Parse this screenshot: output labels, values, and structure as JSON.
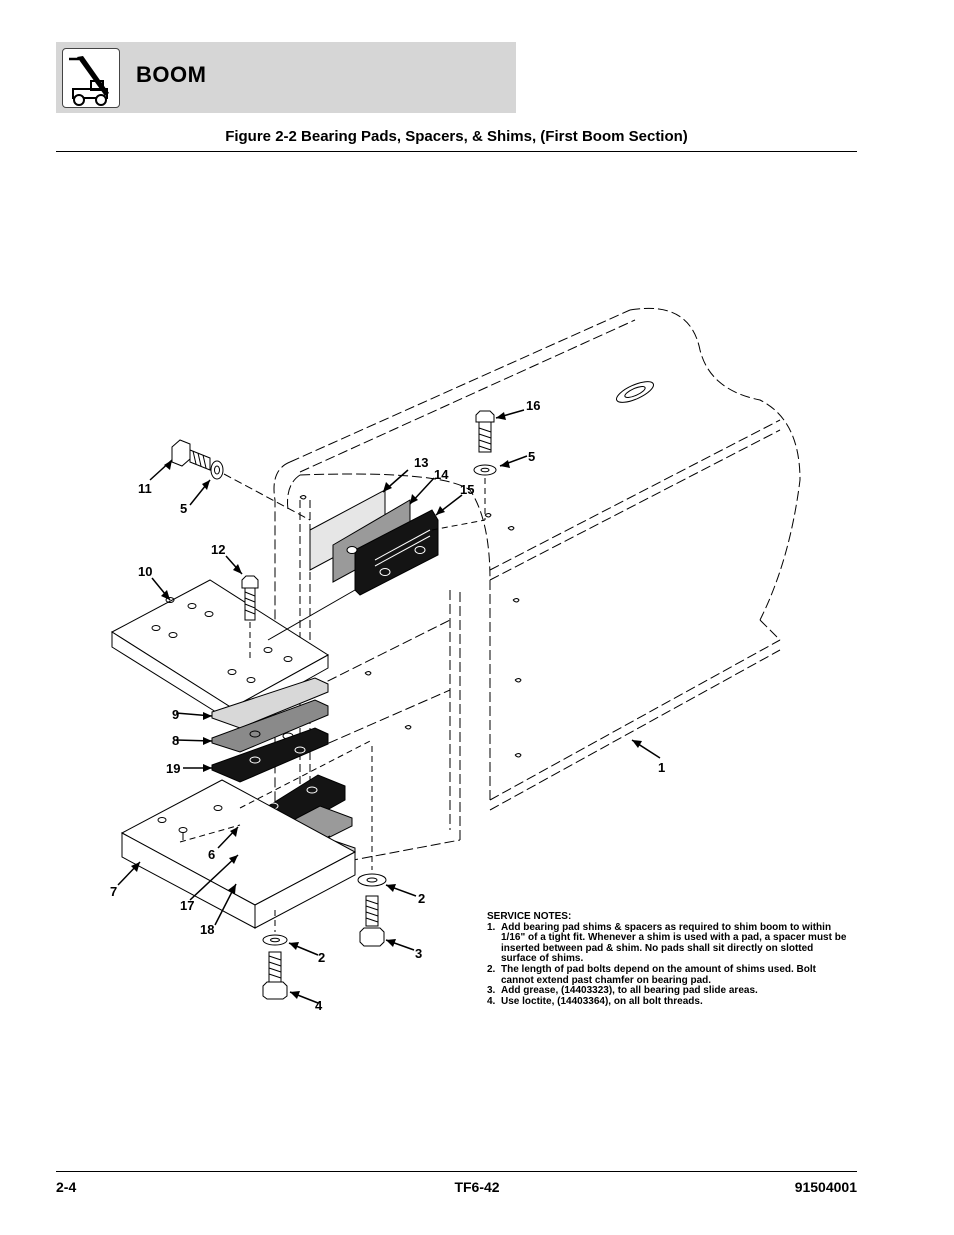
{
  "header": {
    "section_title": "BOOM",
    "logo_icon": "telehandler-icon"
  },
  "figure": {
    "title": "Figure 2-2 Bearing Pads, Spacers, & Shims, (First Boom Section)"
  },
  "callouts": {
    "c1": "1",
    "c2a": "2",
    "c2b": "2",
    "c3": "3",
    "c4": "4",
    "c5a": "5",
    "c5b": "5",
    "c6": "6",
    "c7": "7",
    "c8": "8",
    "c9": "9",
    "c10": "10",
    "c11": "11",
    "c12": "12",
    "c13": "13",
    "c14": "14",
    "c15": "15",
    "c16": "16",
    "c17": "17",
    "c18": "18",
    "c19": "19"
  },
  "service_notes": {
    "title": "SERVICE NOTES:",
    "items": [
      {
        "num": "1.",
        "text": "Add bearing pad shims & spacers as required to shim boom to within 1/16\" of a tight fit. Whenever a shim is used with a pad, a spacer must be inserted between pad & shim. No pads shall sit directly on slotted surface of shims."
      },
      {
        "num": "2.",
        "text": "The length of pad bolts depend on the amount of shims used. Bolt cannot extend past chamfer on bearing pad."
      },
      {
        "num": "3.",
        "text": "Add grease, (14403323), to all bearing pad slide areas."
      },
      {
        "num": "4.",
        "text": "Use loctite, (14403364), on all bolt threads."
      }
    ]
  },
  "footer": {
    "page": "2-4",
    "model": "TF6-42",
    "part_number": "91504001"
  }
}
